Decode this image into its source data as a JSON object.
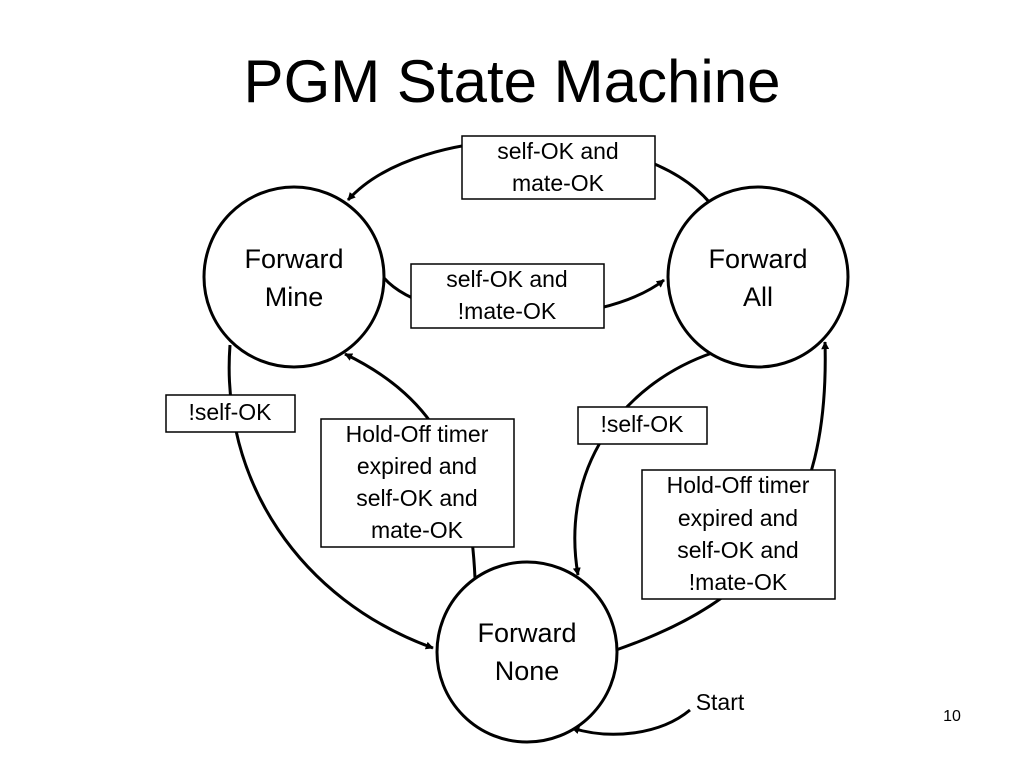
{
  "slide": {
    "title": "PGM State Machine",
    "page_number": "10"
  },
  "diagram": {
    "states": {
      "forward_mine": [
        "Forward",
        "Mine"
      ],
      "forward_all": [
        "Forward",
        "All"
      ],
      "forward_none": [
        "Forward",
        "None"
      ]
    },
    "transitions": {
      "mine_to_none": [
        "!self-OK"
      ],
      "none_to_mine": [
        "Hold-Off timer",
        "expired and",
        "self-OK and",
        "mate-OK"
      ],
      "all_to_mine": [
        "self-OK and",
        "mate-OK"
      ],
      "mine_to_all": [
        "self-OK and",
        "!mate-OK"
      ],
      "all_to_none": [
        "!self-OK"
      ],
      "none_to_all": [
        "Hold-Off timer",
        "expired and",
        "self-OK and",
        "!mate-OK"
      ]
    },
    "start_label": "Start"
  }
}
